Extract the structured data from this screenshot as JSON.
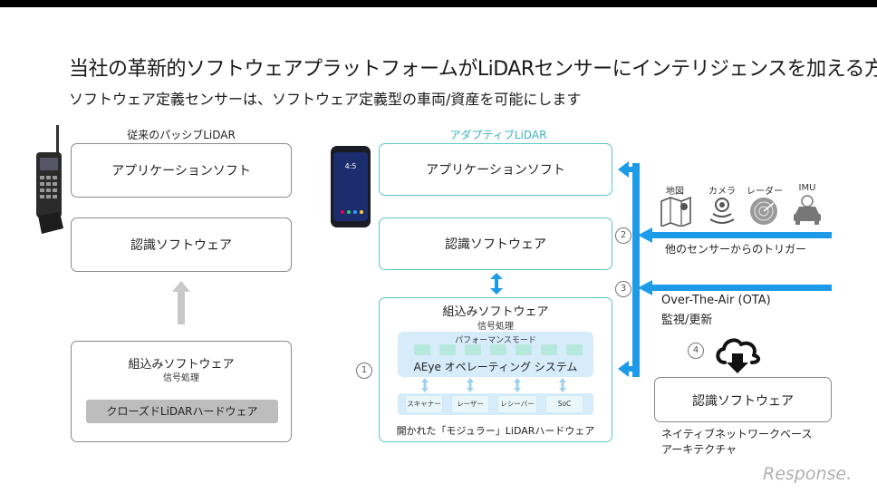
{
  "title": "当社の革新的ソフトウェアプラットフォームがLiDARセンサーにインテリジェンスを加える方法",
  "subtitle": "ソフトウェア定義センサーは、ソフトウェア定義型の車両/資産を可能にします",
  "left": {
    "heading": "従来のパッシブLiDAR",
    "app": "アプリケーションソフト",
    "recog": "認識ソフトウェア",
    "embedded": "組込みソフトウェア",
    "signal": "信号処理",
    "hardware": "クローズドLiDARハードウェア"
  },
  "right": {
    "heading": "アダプティブLiDAR",
    "app": "アプリケーションソフト",
    "recog": "認識ソフトウェア",
    "embedded": "組込みソフトウェア",
    "signal": "信号処理",
    "perf_mode": "パフォーマンスモード",
    "os": "AEye オペレーティング システム",
    "modules": [
      "スキャナー",
      "レーザー",
      "レシーバー",
      "SoC"
    ],
    "open_hw": "開かれた「モジュラー」LiDARハードウェア"
  },
  "sensors": {
    "labels": [
      "地図",
      "カメラ",
      "レーダー",
      "IMU"
    ],
    "icons": [
      "map-icon",
      "camera-icon",
      "radar-icon",
      "imu-car-icon"
    ],
    "trigger": "他のセンサーからのトリガー"
  },
  "ota": {
    "line1": "Over-The-Air (OTA)",
    "line2": "監視/更新"
  },
  "cloud_box": "認識ソフトウェア",
  "native": {
    "line1": "ネイティブネットワークベース",
    "line2": "アーキテクチャ"
  },
  "steps": [
    "1",
    "2",
    "3",
    "4"
  ],
  "watermark": "Response.",
  "phone_screen_time": "4:5",
  "colors": {
    "accent_blue": "#1e9be8",
    "teal": "#5ec6c6",
    "gray_arrow": "#c8c8c8"
  }
}
